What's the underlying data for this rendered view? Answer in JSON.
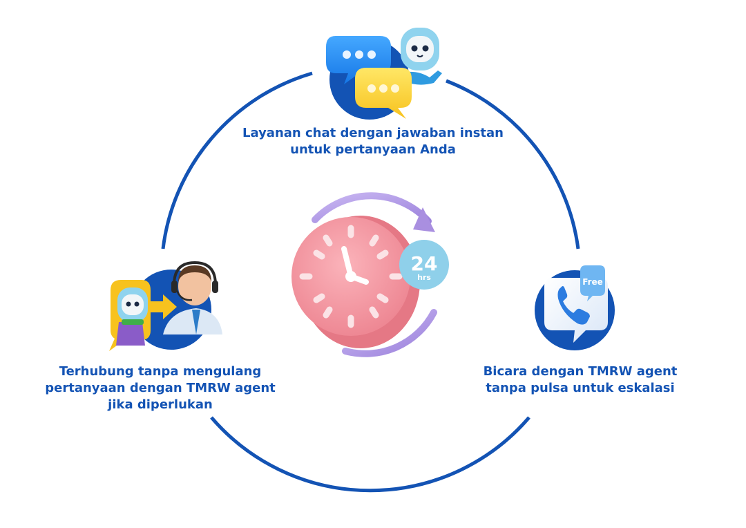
{
  "features": {
    "chat": {
      "icon": "chat-bubbles-robot-icon",
      "lines": [
        "Layanan chat dengan jawaban instan",
        "untuk pertanyaan Anda"
      ]
    },
    "handoff": {
      "icon": "robot-to-agent-icon",
      "lines": [
        "Terhubung tanpa mengulang",
        "pertanyaan dengan TMRW agent",
        "jika diperlukan"
      ]
    },
    "call": {
      "icon": "free-phone-call-icon",
      "badge": "Free",
      "lines": [
        "Bicara dengan TMRW agent",
        "tanpa pulsa untuk eskalasi"
      ]
    }
  },
  "center": {
    "icon": "24-hours-clock-icon",
    "badge_number": "24",
    "badge_unit": "hrs"
  },
  "colors": {
    "brand_blue": "#1353B4",
    "clock_pink": "#F08C98",
    "badge_blue": "#8FD0EA",
    "arrow_purple": "#A98FE0"
  }
}
